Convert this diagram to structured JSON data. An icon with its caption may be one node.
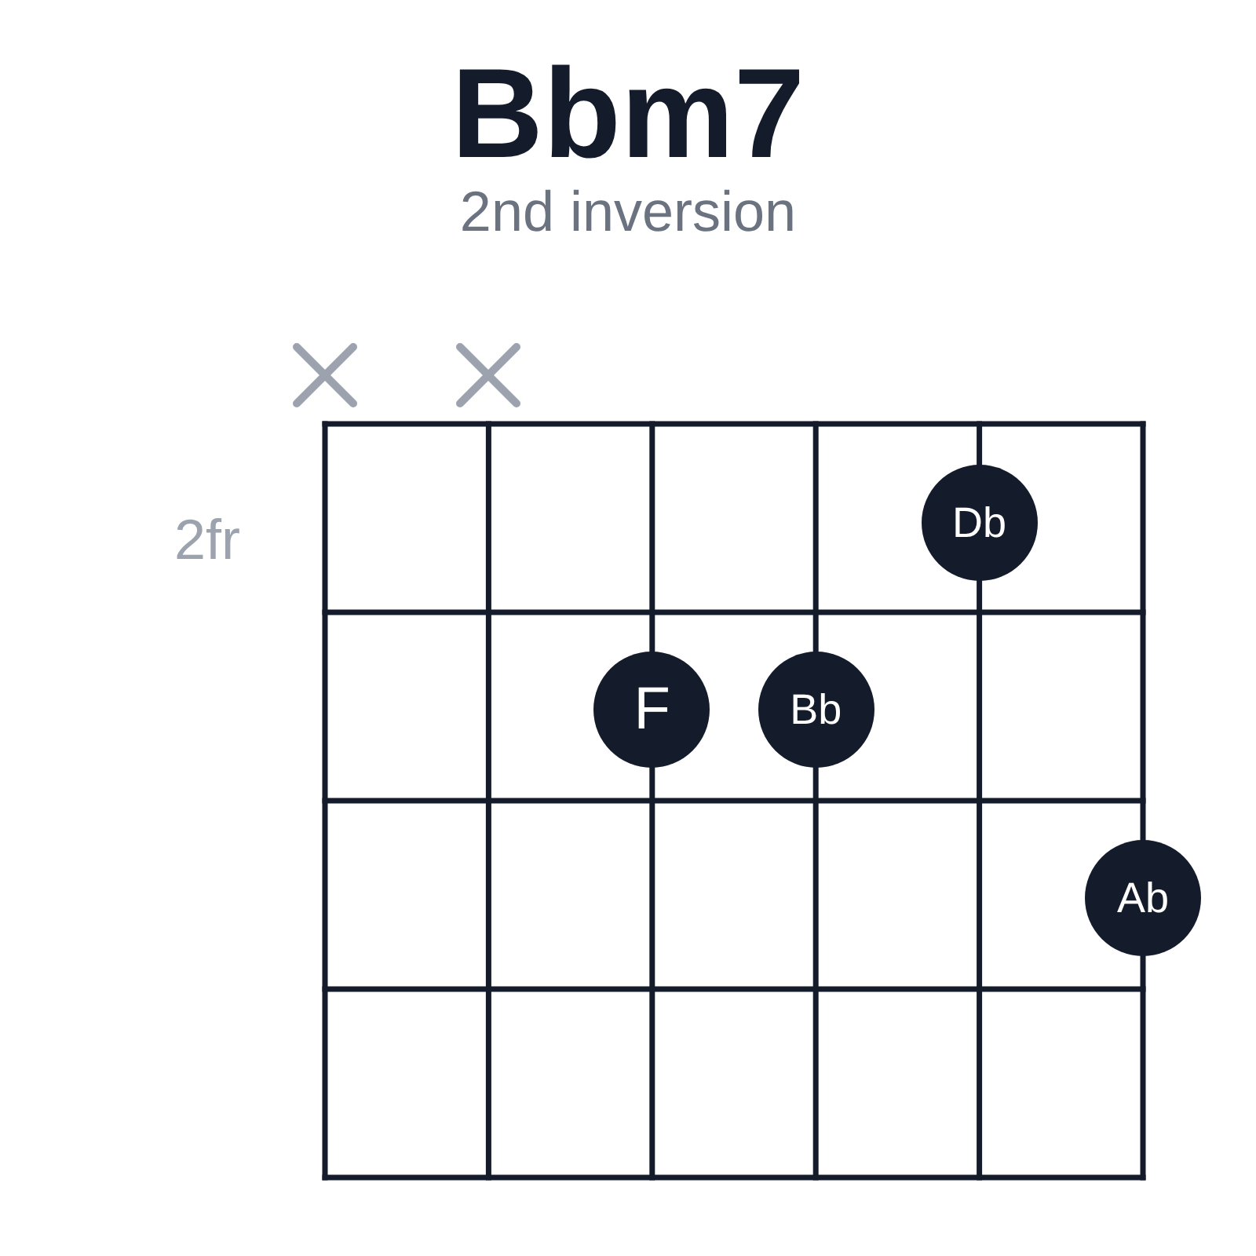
{
  "diagram": {
    "title": "Bbm7",
    "nodes": [
      {
        "text": [
          "Db"
        ]
      },
      {
        "text": [
          "F"
        ]
      },
      {
        "text": [
          "Bb"
        ]
      },
      {
        "text": [
          "Ab"
        ]
      }
    ],
    "labels": [
      "2nd inversion",
      "2fr"
    ]
  }
}
